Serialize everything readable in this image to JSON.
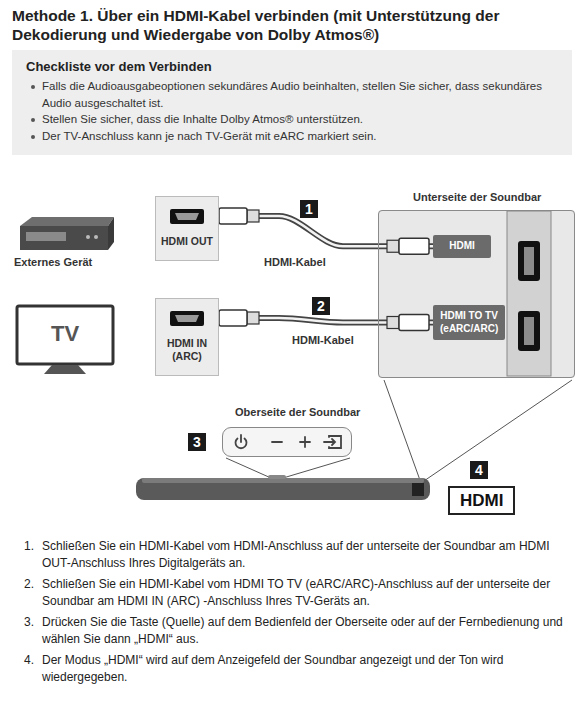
{
  "diagram": {
    "title": "Methode 1. Über ein HDMI-Kabel verbinden (mit Unterstützung der Dekodierung und Wiedergabe von Dolby Atmos®)",
    "nodes": [
      {
        "text": [
          "Checkliste vor dem Verbinden",
          "Falls die Audioausgabeoptionen sekundäres Audio beinhalten, stellen Sie sicher, dass sekundäres Audio ausgeschaltet ist.",
          "Stellen Sie sicher, dass die Inhalte Dolby Atmos® unterstützen.",
          "Der TV-Anschluss kann je nach TV-Gerät mit eARC markiert sein."
        ]
      },
      {
        "text": [
          "HDMI OUT"
        ]
      },
      {
        "text": [
          "HDMI IN (ARC)"
        ]
      },
      {
        "text": [
          "Unterseite der Soundbar"
        ]
      },
      {
        "text": [
          "HDMI"
        ],
        "in": 3
      },
      {
        "text": [
          "HDMI TO TV (eARC/ARC)"
        ],
        "in": 3
      },
      {
        "text": [
          "Oberseite der Soundbar"
        ]
      },
      {
        "text": [
          "HDMI"
        ]
      }
    ],
    "edges": [
      {
        "from": 1,
        "to": 4,
        "label": "HDMI-Kabel",
        "arrow": "none"
      },
      {
        "from": 2,
        "to": 5,
        "label": "HDMI-Kabel",
        "arrow": "none"
      }
    ],
    "labels": [
      "Externes Gerät",
      "TV",
      "1",
      "2",
      "3",
      "4",
      "1.",
      "Schließen Sie ein HDMI-Kabel vom HDMI-Anschluss auf der unterseite der Soundbar am HDMI OUT-Anschluss Ihres Digitalgeräts an.",
      "2.",
      "Schließen Sie ein HDMI-Kabel vom HDMI TO TV (eARC/ARC)-Anschluss auf der unterseite der Soundbar am HDMI IN (ARC) -Anschluss Ihres TV-Geräts an.",
      "3.",
      "Drücken Sie die Taste (Quelle) auf dem Bedienfeld der Oberseite oder auf der Fernbedienung und wählen Sie dann „HDMI“ aus.",
      "4.",
      "Der Modus „HDMI“ wird auf dem Anzeigefeld der Soundbar angezeigt und der Ton wird wiedergegeben."
    ]
  }
}
